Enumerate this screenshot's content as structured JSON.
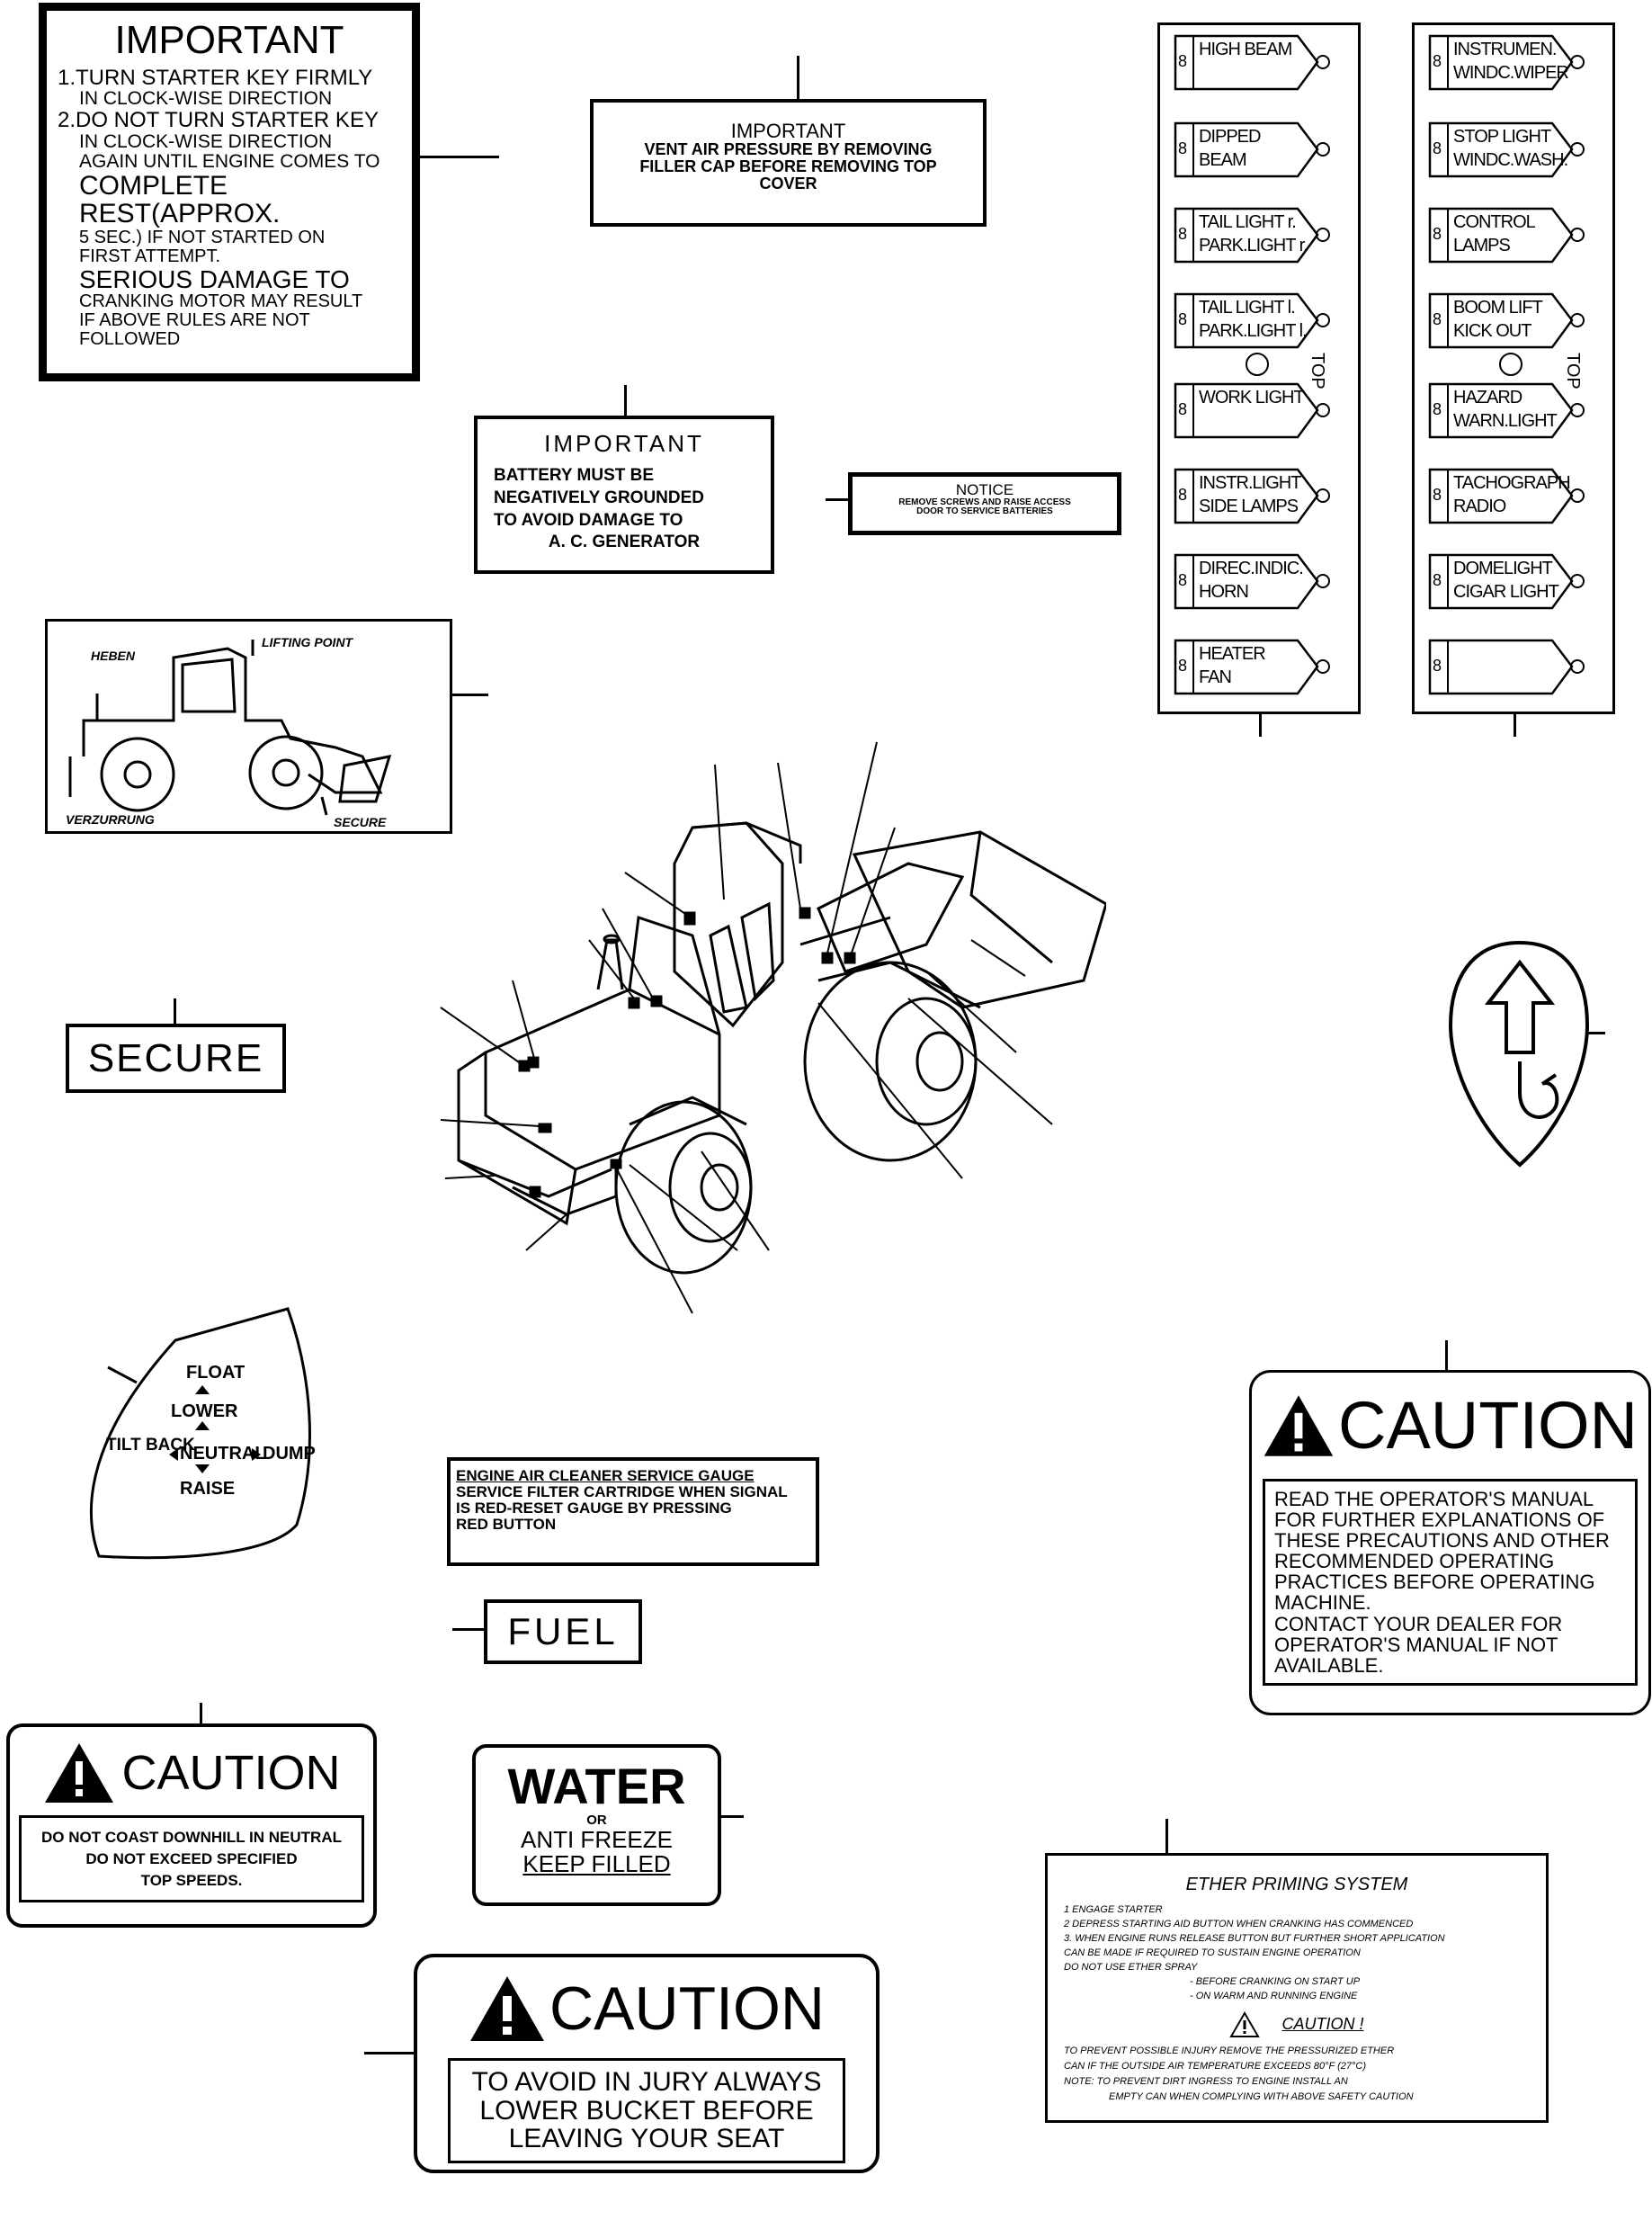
{
  "starter_decal": {
    "title": "IMPORTANT",
    "lines": [
      "1.TURN STARTER KEY FIRMLY",
      "IN CLOCK-WISE DIRECTION",
      "2.DO NOT TURN STARTER KEY",
      "IN CLOCK-WISE DIRECTION",
      "AGAIN UNTIL ENGINE COMES TO",
      "COMPLETE REST(APPROX.",
      "5 SEC.) IF NOT STARTED ON",
      "FIRST ATTEMPT.",
      "SERIOUS DAMAGE TO",
      "CRANKING MOTOR MAY RESULT",
      "IF ABOVE RULES ARE NOT",
      "FOLLOWED"
    ]
  },
  "vent_decal": {
    "title": "IMPORTANT",
    "lines": [
      "VENT AIR PRESSURE BY REMOVING",
      "FILLER CAP   BEFORE REMOVING TOP",
      "COVER"
    ]
  },
  "battery_decal": {
    "title": "IMPORTANT",
    "lines": [
      "BATTERY MUST BE",
      "NEGATIVELY  GROUNDED",
      "TO AVOID  DAMAGE TO",
      "A. C. GENERATOR"
    ]
  },
  "notice_decal": {
    "title": "NOTICE",
    "lines": [
      "REMOVE  SCREWS  AND  RAISE  ACCESS",
      "DOOR  TO  SERVICE  BATTERIES"
    ]
  },
  "fuse_panel_left": {
    "top_label": "TOP",
    "items": [
      {
        "num": "8",
        "label1": "HIGH BEAM",
        "label2": ""
      },
      {
        "num": "8",
        "label1": "DIPPED",
        "label2": "BEAM"
      },
      {
        "num": "8",
        "label1": "TAIL LIGHT r.",
        "label2": "PARK.LIGHT r."
      },
      {
        "num": "8",
        "label1": "TAIL LIGHT l.",
        "label2": "PARK.LIGHT l."
      },
      {
        "num": "8",
        "label1": "WORK LIGHT",
        "label2": ""
      },
      {
        "num": "8",
        "label1": "INSTR.LIGHT",
        "label2": "SIDE LAMPS"
      },
      {
        "num": "8",
        "label1": "DIREC.INDIC.",
        "label2": "HORN"
      },
      {
        "num": "8",
        "label1": "HEATER",
        "label2": "FAN"
      }
    ]
  },
  "fuse_panel_right": {
    "top_label": "TOP",
    "items": [
      {
        "num": "8",
        "label1": "INSTRUMEN.",
        "label2": "WINDC.WIPER"
      },
      {
        "num": "8",
        "label1": "STOP LIGHT",
        "label2": "WINDC.WASH."
      },
      {
        "num": "8",
        "label1": "CONTROL",
        "label2": "LAMPS"
      },
      {
        "num": "8",
        "label1": "BOOM LIFT",
        "label2": "KICK OUT"
      },
      {
        "num": "8",
        "label1": "HAZARD",
        "label2": "WARN.LIGHT"
      },
      {
        "num": "8",
        "label1": "TACHOGRAPH",
        "label2": "RADIO"
      },
      {
        "num": "8",
        "label1": "DOMELIGHT",
        "label2": "CIGAR LIGHT"
      },
      {
        "num": "8",
        "label1": "",
        "label2": ""
      }
    ]
  },
  "lifting_decal": {
    "heben": "HEBEN",
    "lifting_point": "LIFTING POINT",
    "verzurrung": "VERZURRUNG",
    "secure": "SECURE"
  },
  "secure_decal": {
    "text": "SECURE"
  },
  "lever_decal": {
    "float": "FLOAT",
    "lower": "LOWER",
    "tilt_back": "TILT BACK",
    "neutral": "NEUTRAL",
    "dump": "DUMP",
    "raise": "RAISE"
  },
  "air_cleaner_decal": {
    "title": "ENGINE AIR CLEANER SERVICE GAUGE",
    "lines": [
      "SERVICE FILTER CARTRIDGE WHEN SIGNAL",
      "IS RED-RESET GAUGE BY PRESSING",
      "RED BUTTON"
    ]
  },
  "fuel_decal": {
    "text": "FUEL"
  },
  "caution_manual_decal": {
    "title": "CAUTION",
    "lines": [
      "READ THE OPERATOR'S MANUAL",
      "FOR FURTHER EXPLANATIONS OF",
      "THESE PRECAUTIONS AND OTHER",
      "RECOMMENDED OPERATING",
      "PRACTICES BEFORE OPERATING",
      "MACHINE.",
      "CONTACT YOUR DEALER FOR",
      "OPERATOR'S MANUAL IF NOT",
      "AVAILABLE."
    ]
  },
  "caution_coast_decal": {
    "title": "CAUTION",
    "lines": [
      "DO NOT COAST DOWNHILL IN NEUTRAL",
      "DO NOT EXCEED SPECIFIED",
      "TOP SPEEDS."
    ]
  },
  "water_decal": {
    "title": "WATER",
    "or": "OR",
    "line1": "ANTI FREEZE",
    "line2": "KEEP FILLED"
  },
  "caution_bucket_decal": {
    "title": "CAUTION",
    "lines": [
      "TO AVOID IN JURY ALWAYS",
      "LOWER BUCKET BEFORE",
      "LEAVING YOUR SEAT"
    ]
  },
  "ether_decal": {
    "title": "ETHER PRIMING SYSTEM",
    "steps": [
      "1   ENGAGE STARTER",
      "2   DEPRESS STARTING AID BUTTON WHEN CRANKING HAS COMMENCED",
      "3.  WHEN ENGINE RUNS RELEASE BUTTON BUT FURTHER SHORT APPLICATION",
      "     CAN BE MADE IF REQUIRED TO SUSTAIN ENGINE OPERATION",
      "     DO NOT USE ETHER  SPRAY",
      "- BEFORE  CRANKING ON START UP",
      "- ON WARM AND RUNNING ENGINE"
    ],
    "caution_title": "CAUTION !",
    "caution_lines": [
      "TO PREVENT POSSIBLE INJURY REMOVE THE PRESSURIZED ETHER",
      "CAN IF THE OUTSIDE AIR TEMPERATURE EXCEEDS 80°F (27°C)",
      "NOTE: TO PREVENT DIRT INGRESS TO ENGINE INSTALL AN",
      "EMPTY CAN WHEN COMPLYING WITH ABOVE SAFETY CAUTION"
    ]
  }
}
